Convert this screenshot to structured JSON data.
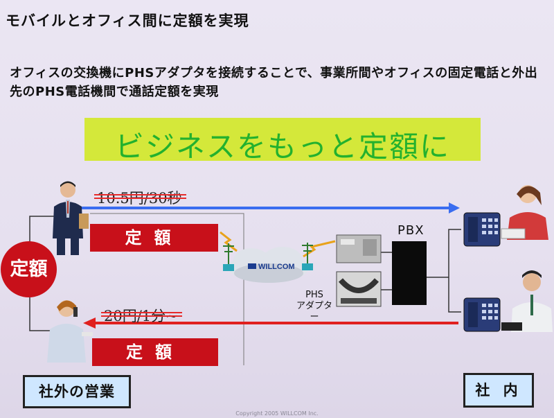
{
  "slide": {
    "title": "モバイルとオフィス間に定額を実現",
    "subtitle": "オフィスの交換機にPHSアダプタを接続することで、事業所間やオフィスの固定電話と外出先のPHS電話機間で通話定額を実現",
    "banner": "ビジネスをもっと定額に",
    "rate_top": "10.5円/30秒",
    "rate_bottom": "20円/1分~",
    "flat_top": "定額",
    "flat_bottom": "定額",
    "flat_circle": "定額",
    "cloud_label": "WILLCOM",
    "pbx": "PBX",
    "phs_adapter_line1": "PHS",
    "phs_adapter_line2": "アダプター",
    "outside_label": "社外の営業",
    "inside_label": "社 内",
    "footer": "Copyright 2005 WILLCOM Inc."
  },
  "colors": {
    "banner_bg": "#d4e83a",
    "banner_text": "#23b12e",
    "flat_red": "#c8101a",
    "arrow_blue": "#3a6df0",
    "arrow_red": "#e0201f",
    "label_bg": "#cfe7ff"
  },
  "icons": [
    "businessman-icon",
    "businesswoman-phone-icon",
    "office-phone-icon",
    "office-worker-icon",
    "antenna-icon",
    "cloud-icon",
    "adapter-device-icon"
  ]
}
